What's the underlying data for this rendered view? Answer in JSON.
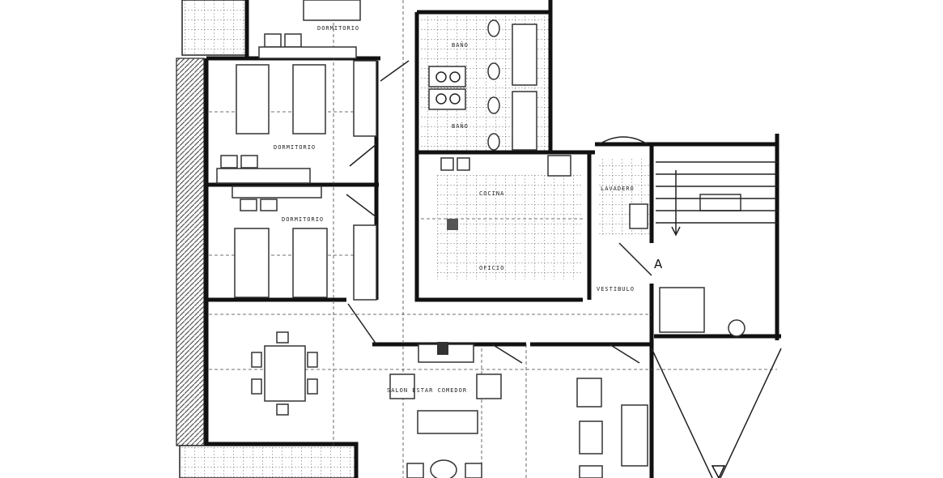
{
  "plan": {
    "rooms": {
      "bedroom_top": "DORMITORIO",
      "bedroom_middle": "DORMITORIO",
      "bedroom_lower": "DORMITORIO",
      "bath_top": "BAÑO",
      "bath_bottom": "BAÑO",
      "kitchen": "COCINA",
      "pantry": "OFICIO",
      "laundry": "LAVADERO",
      "vestibule": "VESTIBULO",
      "living": "SALON ESTAR COMEDOR"
    },
    "section_marker": "A"
  }
}
